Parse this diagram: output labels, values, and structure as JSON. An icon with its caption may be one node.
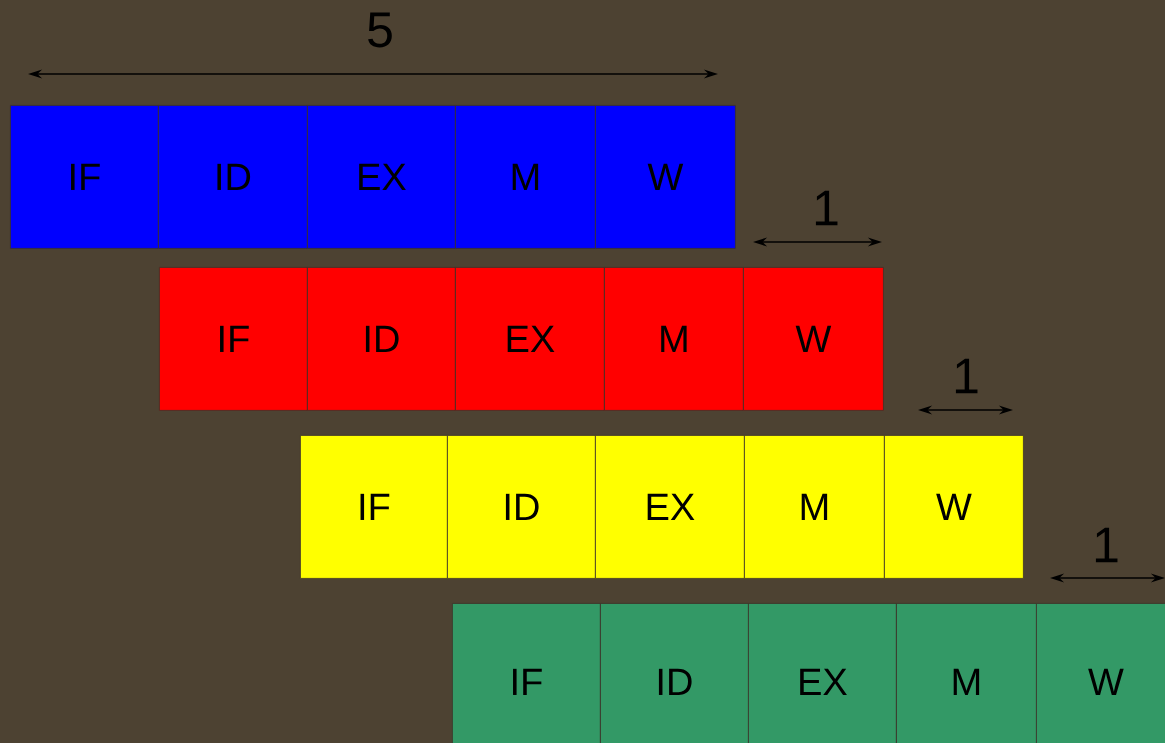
{
  "diagram": {
    "nodes": [
      {
        "text": [
          "IF"
        ]
      },
      {
        "text": [
          "ID"
        ]
      },
      {
        "text": [
          "EX"
        ]
      },
      {
        "text": [
          "M"
        ]
      },
      {
        "text": [
          "W"
        ]
      },
      {
        "text": [
          "IF"
        ]
      },
      {
        "text": [
          "ID"
        ]
      },
      {
        "text": [
          "EX"
        ]
      },
      {
        "text": [
          "M"
        ]
      },
      {
        "text": [
          "W"
        ]
      },
      {
        "text": [
          "IF"
        ]
      },
      {
        "text": [
          "ID"
        ]
      },
      {
        "text": [
          "EX"
        ]
      },
      {
        "text": [
          "M"
        ]
      },
      {
        "text": [
          "W"
        ]
      },
      {
        "text": [
          "IF"
        ]
      },
      {
        "text": [
          "ID"
        ]
      },
      {
        "text": [
          "EX"
        ]
      },
      {
        "text": [
          "M"
        ]
      },
      {
        "text": [
          "W"
        ]
      }
    ],
    "labels": [
      "5",
      "1",
      "1",
      "1"
    ]
  }
}
